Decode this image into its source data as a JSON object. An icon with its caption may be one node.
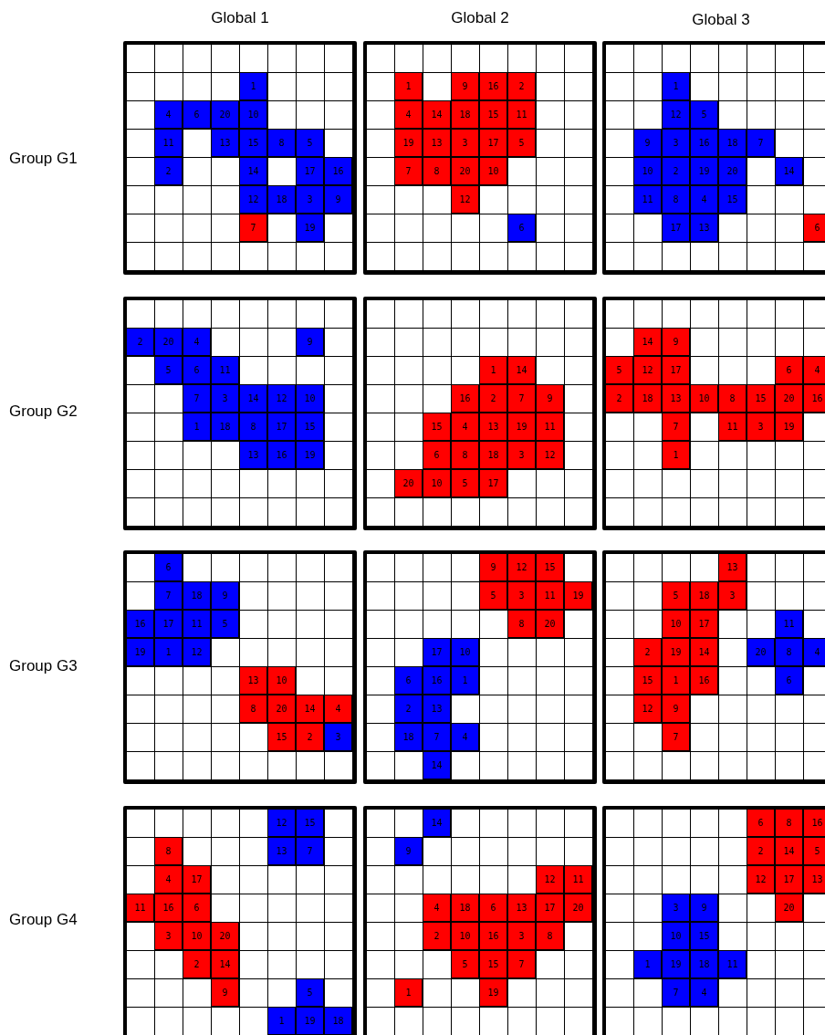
{
  "diagram": {
    "nodes": [
      {
        "text": [],
        "shape": "box"
      },
      {
        "text": [
          "1"
        ],
        "in": 0
      },
      {
        "text": [
          "4"
        ],
        "in": 0
      },
      {
        "text": [
          "6"
        ],
        "in": 0
      },
      {
        "text": [
          "20"
        ],
        "in": 0
      },
      {
        "text": [
          "10"
        ],
        "in": 0
      },
      {
        "text": [
          "11"
        ],
        "in": 0
      },
      {
        "text": [
          "13"
        ],
        "in": 0
      },
      {
        "text": [
          "15"
        ],
        "in": 0
      },
      {
        "text": [
          "8"
        ],
        "in": 0
      },
      {
        "text": [
          "5"
        ],
        "in": 0
      },
      {
        "text": [
          "2"
        ],
        "in": 0
      },
      {
        "text": [
          "14"
        ],
        "in": 0
      },
      {
        "text": [
          "17"
        ],
        "in": 0
      },
      {
        "text": [
          "16"
        ],
        "in": 0
      },
      {
        "text": [
          "12"
        ],
        "in": 0
      },
      {
        "text": [
          "18"
        ],
        "in": 0
      },
      {
        "text": [
          "3"
        ],
        "in": 0
      },
      {
        "text": [
          "9"
        ],
        "in": 0
      },
      {
        "text": [
          "7"
        ],
        "in": 0
      },
      {
        "text": [
          "19"
        ],
        "in": 0
      },
      {
        "text": [],
        "shape": "box"
      },
      {
        "text": [
          "1"
        ],
        "in": 21
      },
      {
        "text": [
          "9"
        ],
        "in": 21
      },
      {
        "text": [
          "16"
        ],
        "in": 21
      },
      {
        "text": [
          "2"
        ],
        "in": 21
      },
      {
        "text": [
          "4"
        ],
        "in": 21
      },
      {
        "text": [
          "14"
        ],
        "in": 21
      },
      {
        "text": [
          "18"
        ],
        "in": 21
      },
      {
        "text": [
          "15"
        ],
        "in": 21
      },
      {
        "text": [
          "11"
        ],
        "in": 21
      },
      {
        "text": [
          "19"
        ],
        "in": 21
      },
      {
        "text": [
          "13"
        ],
        "in": 21
      },
      {
        "text": [
          "3"
        ],
        "in": 21
      },
      {
        "text": [
          "17"
        ],
        "in": 21
      },
      {
        "text": [
          "5"
        ],
        "in": 21
      },
      {
        "text": [
          "7"
        ],
        "in": 21
      },
      {
        "text": [
          "8"
        ],
        "in": 21
      },
      {
        "text": [
          "20"
        ],
        "in": 21
      },
      {
        "text": [
          "10"
        ],
        "in": 21
      },
      {
        "text": [
          "12"
        ],
        "in": 21
      },
      {
        "text": [
          "6"
        ],
        "in": 21
      },
      {
        "text": [],
        "shape": "box"
      },
      {
        "text": [
          "1"
        ],
        "in": 42
      },
      {
        "text": [
          "12"
        ],
        "in": 42
      },
      {
        "text": [
          "5"
        ],
        "in": 42
      },
      {
        "text": [
          "9"
        ],
        "in": 42
      },
      {
        "text": [
          "3"
        ],
        "in": 42
      },
      {
        "text": [
          "16"
        ],
        "in": 42
      },
      {
        "text": [
          "18"
        ],
        "in": 42
      },
      {
        "text": [
          "7"
        ],
        "in": 42
      },
      {
        "text": [
          "10"
        ],
        "in": 42
      },
      {
        "text": [
          "2"
        ],
        "in": 42
      },
      {
        "text": [
          "19"
        ],
        "in": 42
      },
      {
        "text": [
          "20"
        ],
        "in": 42
      },
      {
        "text": [
          "14"
        ],
        "in": 42
      },
      {
        "text": [
          "11"
        ],
        "in": 42
      },
      {
        "text": [
          "8"
        ],
        "in": 42
      },
      {
        "text": [
          "4"
        ],
        "in": 42
      },
      {
        "text": [
          "15"
        ],
        "in": 42
      },
      {
        "text": [
          "17"
        ],
        "in": 42
      },
      {
        "text": [
          "13"
        ],
        "in": 42
      },
      {
        "text": [
          "6"
        ],
        "in": 42
      },
      {
        "text": [],
        "shape": "box"
      },
      {
        "text": [
          "2"
        ],
        "in": 63
      },
      {
        "text": [
          "20"
        ],
        "in": 63
      },
      {
        "text": [
          "4"
        ],
        "in": 63
      },
      {
        "text": [
          "9"
        ],
        "in": 63
      },
      {
        "text": [
          "5"
        ],
        "in": 63
      },
      {
        "text": [
          "6"
        ],
        "in": 63
      },
      {
        "text": [
          "11"
        ],
        "in": 63
      },
      {
        "text": [
          "7"
        ],
        "in": 63
      },
      {
        "text": [
          "3"
        ],
        "in": 63
      },
      {
        "text": [
          "14"
        ],
        "in": 63
      },
      {
        "text": [
          "12"
        ],
        "in": 63
      },
      {
        "text": [
          "10"
        ],
        "in": 63
      },
      {
        "text": [
          "1"
        ],
        "in": 63
      },
      {
        "text": [
          "18"
        ],
        "in": 63
      },
      {
        "text": [
          "8"
        ],
        "in": 63
      },
      {
        "text": [
          "17"
        ],
        "in": 63
      },
      {
        "text": [
          "15"
        ],
        "in": 63
      },
      {
        "text": [
          "13"
        ],
        "in": 63
      },
      {
        "text": [
          "16"
        ],
        "in": 63
      },
      {
        "text": [
          "19"
        ],
        "in": 63
      },
      {
        "text": [],
        "shape": "box"
      },
      {
        "text": [
          "1"
        ],
        "in": 84
      },
      {
        "text": [
          "14"
        ],
        "in": 84
      },
      {
        "text": [
          "16"
        ],
        "in": 84
      },
      {
        "text": [
          "2"
        ],
        "in": 84
      },
      {
        "text": [
          "7"
        ],
        "in": 84
      },
      {
        "text": [
          "9"
        ],
        "in": 84
      },
      {
        "text": [
          "15"
        ],
        "in": 84
      },
      {
        "text": [
          "4"
        ],
        "in": 84
      },
      {
        "text": [
          "13"
        ],
        "in": 84
      },
      {
        "text": [
          "19"
        ],
        "in": 84
      },
      {
        "text": [
          "11"
        ],
        "in": 84
      },
      {
        "text": [
          "6"
        ],
        "in": 84
      },
      {
        "text": [
          "8"
        ],
        "in": 84
      },
      {
        "text": [
          "18"
        ],
        "in": 84
      },
      {
        "text": [
          "3"
        ],
        "in": 84
      },
      {
        "text": [
          "12"
        ],
        "in": 84
      },
      {
        "text": [
          "20"
        ],
        "in": 84
      },
      {
        "text": [
          "10"
        ],
        "in": 84
      },
      {
        "text": [
          "5"
        ],
        "in": 84
      },
      {
        "text": [
          "17"
        ],
        "in": 84
      },
      {
        "text": [],
        "shape": "box"
      },
      {
        "text": [
          "14"
        ],
        "in": 105
      },
      {
        "text": [
          "9"
        ],
        "in": 105
      },
      {
        "text": [
          "5"
        ],
        "in": 105
      },
      {
        "text": [
          "12"
        ],
        "in": 105
      },
      {
        "text": [
          "17"
        ],
        "in": 105
      },
      {
        "text": [
          "6"
        ],
        "in": 105
      },
      {
        "text": [
          "4"
        ],
        "in": 105
      },
      {
        "text": [
          "2"
        ],
        "in": 105
      },
      {
        "text": [
          "18"
        ],
        "in": 105
      },
      {
        "text": [
          "13"
        ],
        "in": 105
      },
      {
        "text": [
          "10"
        ],
        "in": 105
      },
      {
        "text": [
          "8"
        ],
        "in": 105
      },
      {
        "text": [
          "15"
        ],
        "in": 105
      },
      {
        "text": [
          "20"
        ],
        "in": 105
      },
      {
        "text": [
          "16"
        ],
        "in": 105
      },
      {
        "text": [
          "7"
        ],
        "in": 105
      },
      {
        "text": [
          "11"
        ],
        "in": 105
      },
      {
        "text": [
          "3"
        ],
        "in": 105
      },
      {
        "text": [
          "19"
        ],
        "in": 105
      },
      {
        "text": [
          "1"
        ],
        "in": 105
      },
      {
        "text": [],
        "shape": "box"
      },
      {
        "text": [
          "6"
        ],
        "in": 126
      },
      {
        "text": [
          "7"
        ],
        "in": 126
      },
      {
        "text": [
          "18"
        ],
        "in": 126
      },
      {
        "text": [
          "9"
        ],
        "in": 126
      },
      {
        "text": [
          "16"
        ],
        "in": 126
      },
      {
        "text": [
          "17"
        ],
        "in": 126
      },
      {
        "text": [
          "11"
        ],
        "in": 126
      },
      {
        "text": [
          "5"
        ],
        "in": 126
      },
      {
        "text": [
          "19"
        ],
        "in": 126
      },
      {
        "text": [
          "1"
        ],
        "in": 126
      },
      {
        "text": [
          "12"
        ],
        "in": 126
      },
      {
        "text": [
          "13"
        ],
        "in": 126
      },
      {
        "text": [
          "10"
        ],
        "in": 126
      },
      {
        "text": [
          "8"
        ],
        "in": 126
      },
      {
        "text": [
          "20"
        ],
        "in": 126
      },
      {
        "text": [
          "14"
        ],
        "in": 126
      },
      {
        "text": [
          "4"
        ],
        "in": 126
      },
      {
        "text": [
          "15"
        ],
        "in": 126
      },
      {
        "text": [
          "2"
        ],
        "in": 126
      },
      {
        "text": [
          "3"
        ],
        "in": 126
      },
      {
        "text": [],
        "shape": "box"
      },
      {
        "text": [
          "9"
        ],
        "in": 147
      },
      {
        "text": [
          "12"
        ],
        "in": 147
      },
      {
        "text": [
          "15"
        ],
        "in": 147
      },
      {
        "text": [
          "5"
        ],
        "in": 147
      },
      {
        "text": [
          "3"
        ],
        "in": 147
      },
      {
        "text": [
          "11"
        ],
        "in": 147
      },
      {
        "text": [
          "19"
        ],
        "in": 147
      },
      {
        "text": [
          "8"
        ],
        "in": 147
      },
      {
        "text": [
          "20"
        ],
        "in": 147
      },
      {
        "text": [
          "17"
        ],
        "in": 147
      },
      {
        "text": [
          "10"
        ],
        "in": 147
      },
      {
        "text": [
          "6"
        ],
        "in": 147
      },
      {
        "text": [
          "16"
        ],
        "in": 147
      },
      {
        "text": [
          "1"
        ],
        "in": 147
      },
      {
        "text": [
          "2"
        ],
        "in": 147
      },
      {
        "text": [
          "13"
        ],
        "in": 147
      },
      {
        "text": [
          "18"
        ],
        "in": 147
      },
      {
        "text": [
          "7"
        ],
        "in": 147
      },
      {
        "text": [
          "4"
        ],
        "in": 147
      },
      {
        "text": [
          "14"
        ],
        "in": 147
      },
      {
        "text": [],
        "shape": "box"
      },
      {
        "text": [
          "13"
        ],
        "in": 168
      },
      {
        "text": [
          "5"
        ],
        "in": 168
      },
      {
        "text": [
          "18"
        ],
        "in": 168
      },
      {
        "text": [
          "3"
        ],
        "in": 168
      },
      {
        "text": [
          "10"
        ],
        "in": 168
      },
      {
        "text": [
          "17"
        ],
        "in": 168
      },
      {
        "text": [
          "11"
        ],
        "in": 168
      },
      {
        "text": [
          "2"
        ],
        "in": 168
      },
      {
        "text": [
          "19"
        ],
        "in": 168
      },
      {
        "text": [
          "14"
        ],
        "in": 168
      },
      {
        "text": [
          "20"
        ],
        "in": 168
      },
      {
        "text": [
          "8"
        ],
        "in": 168
      },
      {
        "text": [
          "4"
        ],
        "in": 168
      },
      {
        "text": [
          "15"
        ],
        "in": 168
      },
      {
        "text": [
          "1"
        ],
        "in": 168
      },
      {
        "text": [
          "16"
        ],
        "in": 168
      },
      {
        "text": [
          "6"
        ],
        "in": 168
      },
      {
        "text": [
          "12"
        ],
        "in": 168
      },
      {
        "text": [
          "9"
        ],
        "in": 168
      },
      {
        "text": [
          "7"
        ],
        "in": 168
      },
      {
        "text": [],
        "shape": "box"
      },
      {
        "text": [
          "12"
        ],
        "in": 189
      },
      {
        "text": [
          "15"
        ],
        "in": 189
      },
      {
        "text": [
          "8"
        ],
        "in": 189
      },
      {
        "text": [
          "13"
        ],
        "in": 189
      },
      {
        "text": [
          "7"
        ],
        "in": 189
      },
      {
        "text": [
          "4"
        ],
        "in": 189
      },
      {
        "text": [
          "17"
        ],
        "in": 189
      },
      {
        "text": [
          "11"
        ],
        "in": 189
      },
      {
        "text": [
          "16"
        ],
        "in": 189
      },
      {
        "text": [
          "6"
        ],
        "in": 189
      },
      {
        "text": [
          "3"
        ],
        "in": 189
      },
      {
        "text": [
          "10"
        ],
        "in": 189
      },
      {
        "text": [
          "20"
        ],
        "in": 189
      },
      {
        "text": [
          "2"
        ],
        "in": 189
      },
      {
        "text": [
          "14"
        ],
        "in": 189
      },
      {
        "text": [
          "9"
        ],
        "in": 189
      },
      {
        "text": [
          "5"
        ],
        "in": 189
      },
      {
        "text": [
          "1"
        ],
        "in": 189
      },
      {
        "text": [
          "19"
        ],
        "in": 189
      },
      {
        "text": [
          "18"
        ],
        "in": 189
      },
      {
        "text": [],
        "shape": "box"
      },
      {
        "text": [
          "14"
        ],
        "in": 210
      },
      {
        "text": [
          "9"
        ],
        "in": 210
      },
      {
        "text": [
          "12"
        ],
        "in": 210
      },
      {
        "text": [
          "11"
        ],
        "in": 210
      },
      {
        "text": [
          "4"
        ],
        "in": 210
      },
      {
        "text": [
          "18"
        ],
        "in": 210
      },
      {
        "text": [
          "6"
        ],
        "in": 210
      },
      {
        "text": [
          "13"
        ],
        "in": 210
      },
      {
        "text": [
          "17"
        ],
        "in": 210
      },
      {
        "text": [
          "20"
        ],
        "in": 210
      },
      {
        "text": [
          "2"
        ],
        "in": 210
      },
      {
        "text": [
          "10"
        ],
        "in": 210
      },
      {
        "text": [
          "16"
        ],
        "in": 210
      },
      {
        "text": [
          "3"
        ],
        "in": 210
      },
      {
        "text": [
          "8"
        ],
        "in": 210
      },
      {
        "text": [
          "5"
        ],
        "in": 210
      },
      {
        "text": [
          "15"
        ],
        "in": 210
      },
      {
        "text": [
          "7"
        ],
        "in": 210
      },
      {
        "text": [
          "1"
        ],
        "in": 210
      },
      {
        "text": [
          "19"
        ],
        "in": 210
      },
      {
        "text": [],
        "shape": "box"
      },
      {
        "text": [
          "6"
        ],
        "in": 231
      },
      {
        "text": [
          "8"
        ],
        "in": 231
      },
      {
        "text": [
          "16"
        ],
        "in": 231
      },
      {
        "text": [
          "2"
        ],
        "in": 231
      },
      {
        "text": [
          "14"
        ],
        "in": 231
      },
      {
        "text": [
          "5"
        ],
        "in": 231
      },
      {
        "text": [
          "12"
        ],
        "in": 231
      },
      {
        "text": [
          "17"
        ],
        "in": 231
      },
      {
        "text": [
          "13"
        ],
        "in": 231
      },
      {
        "text": [
          "3"
        ],
        "in": 231
      },
      {
        "text": [
          "9"
        ],
        "in": 231
      },
      {
        "text": [
          "20"
        ],
        "in": 231
      },
      {
        "text": [
          "10"
        ],
        "in": 231
      },
      {
        "text": [
          "15"
        ],
        "in": 231
      },
      {
        "text": [
          "1"
        ],
        "in": 231
      },
      {
        "text": [
          "19"
        ],
        "in": 231
      },
      {
        "text": [
          "18"
        ],
        "in": 231
      },
      {
        "text": [
          "11"
        ],
        "in": 231
      },
      {
        "text": [
          "7"
        ],
        "in": 231
      },
      {
        "text": [
          "4"
        ],
        "in": 231
      }
    ],
    "labels": [
      "Global 1",
      "Global 2",
      "Global 3",
      "Group G1",
      "Group G2",
      "Group G3",
      "Group G4"
    ]
  }
}
